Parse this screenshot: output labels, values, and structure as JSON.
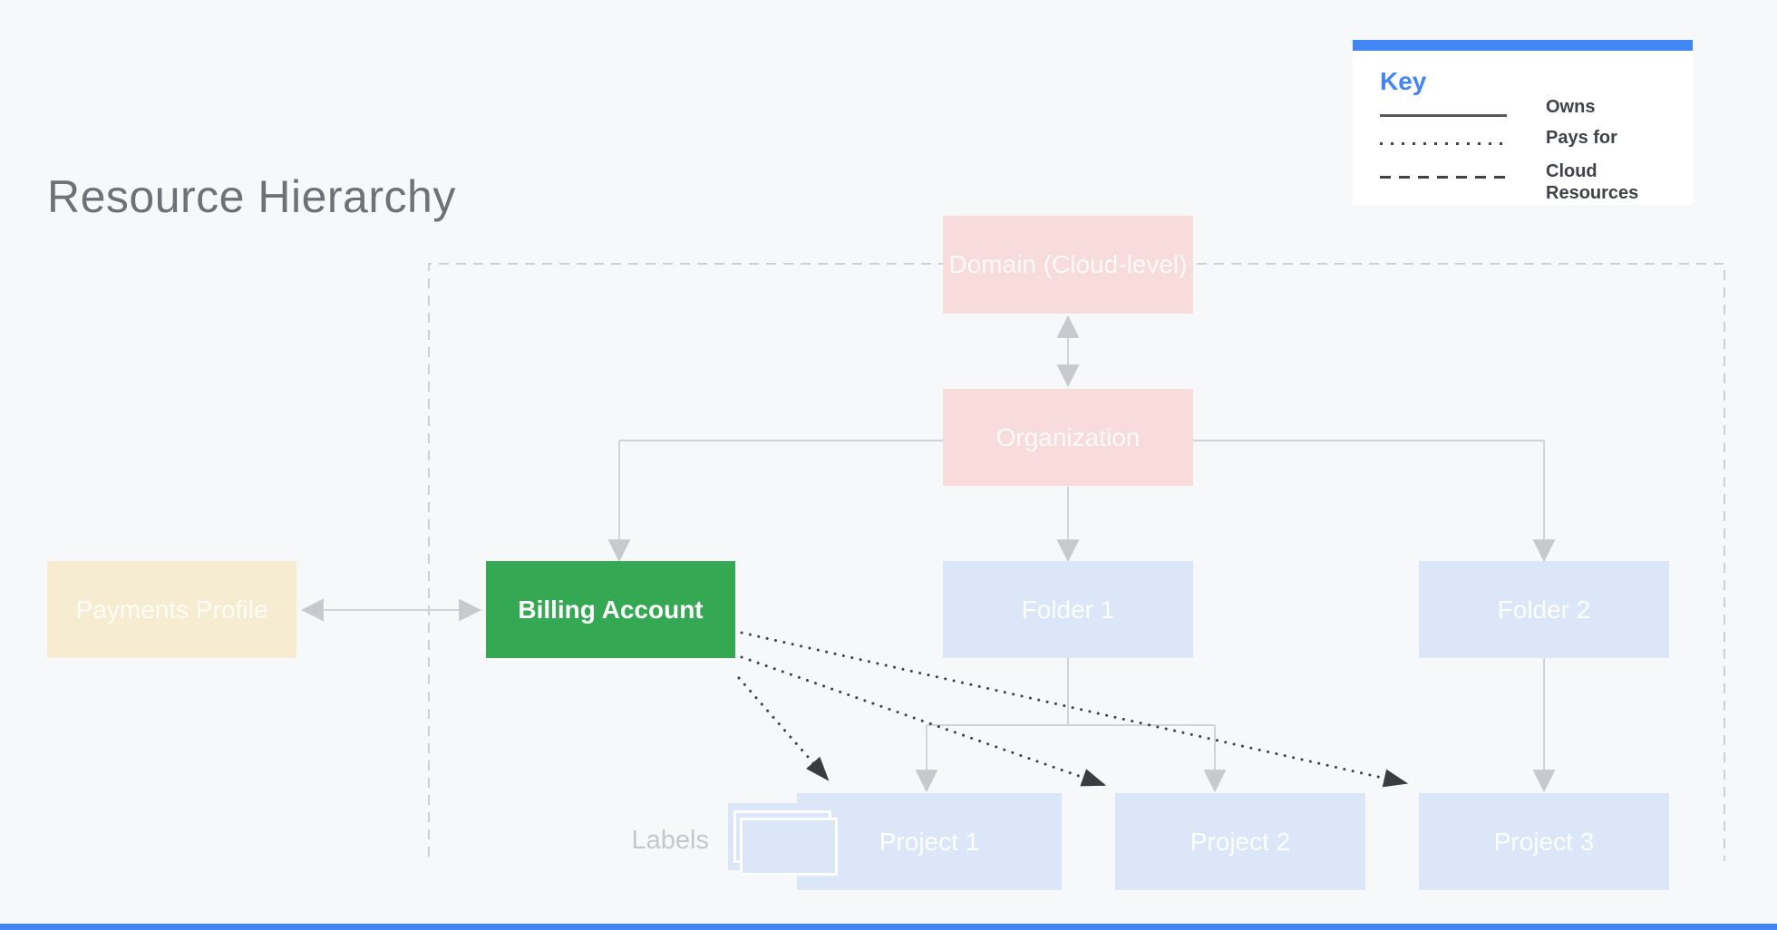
{
  "title": "Resource Hierarchy",
  "key": {
    "heading": "Key",
    "items": [
      {
        "line_style": "solid",
        "label": "Owns"
      },
      {
        "line_style": "dotted",
        "label": "Pays for"
      },
      {
        "line_style": "dashed",
        "label": "Cloud Resources"
      }
    ]
  },
  "nodes": {
    "domain": {
      "label": "Domain (Cloud-level)",
      "color": "#f8dcdc"
    },
    "organization": {
      "label": "Organization",
      "color": "#f8dcdc"
    },
    "payments_profile": {
      "label": "Payments Profile",
      "color": "#f5ecd2"
    },
    "billing_account": {
      "label": "Billing Account",
      "color": "#34a853"
    },
    "folder1": {
      "label": "Folder 1",
      "color": "#dbe6f8"
    },
    "folder2": {
      "label": "Folder 2",
      "color": "#dbe6f8"
    },
    "project1": {
      "label": "Project 1",
      "color": "#dbe6f8"
    },
    "project2": {
      "label": "Project 2",
      "color": "#dbe6f8"
    },
    "project3": {
      "label": "Project 3",
      "color": "#dbe6f8"
    }
  },
  "labels_caption": "Labels",
  "edges": {
    "owns": [
      [
        "organization",
        "billing_account"
      ],
      [
        "organization",
        "folder1"
      ],
      [
        "organization",
        "folder2"
      ],
      [
        "folder1",
        "project1"
      ],
      [
        "folder1",
        "project2"
      ],
      [
        "folder2",
        "project3"
      ],
      [
        "domain",
        "organization",
        "bidirectional"
      ],
      [
        "payments_profile",
        "billing_account",
        "bidirectional"
      ]
    ],
    "pays_for": [
      [
        "billing_account",
        "project1"
      ],
      [
        "billing_account",
        "project2"
      ],
      [
        "billing_account",
        "project3"
      ]
    ]
  },
  "colors": {
    "background": "#f7f8fa",
    "accent_blue": "#4285f4",
    "connector_gray": "#d0d4d9",
    "arrowhead_gray": "#c6cacf",
    "pays_for_dark": "#3e4145",
    "title_gray": "#6e7276"
  }
}
